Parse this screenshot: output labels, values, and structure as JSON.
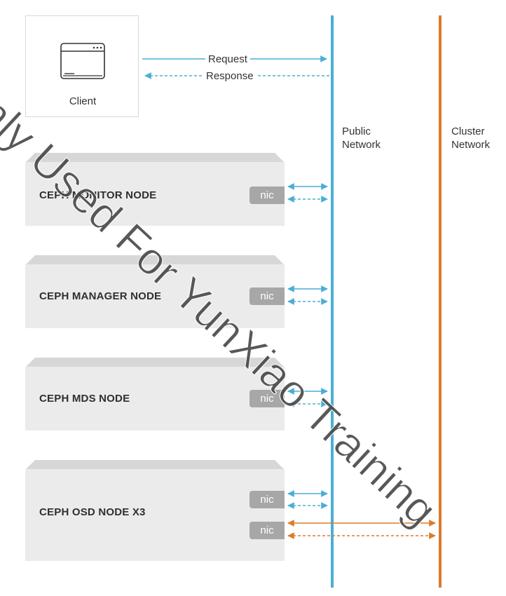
{
  "client": {
    "label": "Client"
  },
  "flows": {
    "request": "Request",
    "response": "Response"
  },
  "networks": {
    "public": "Public\nNetwork",
    "cluster": "Cluster\nNetwork"
  },
  "nodes": [
    {
      "label": "CEPH MONITOR NODE",
      "nics": [
        "nic"
      ]
    },
    {
      "label": "CEPH MANAGER NODE",
      "nics": [
        "nic"
      ]
    },
    {
      "label": "CEPH MDS NODE",
      "nics": [
        "nic"
      ]
    },
    {
      "label": "CEPH OSD NODE X3",
      "nics": [
        "nic",
        "nic"
      ]
    }
  ],
  "watermark": "Only Used For YunXiao Training",
  "colors": {
    "public": "#4aaed4",
    "cluster": "#d97b2b",
    "node": "#ebebeb",
    "nic": "#a7a7a7"
  }
}
